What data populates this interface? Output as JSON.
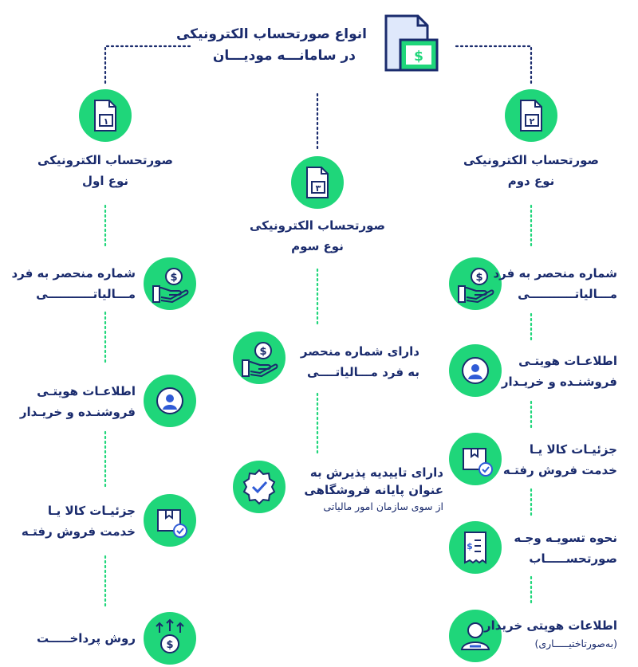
{
  "header": {
    "title_line1": "انواع صورتحساب الکترونیکی",
    "title_line2": "در سامانـــه مودیـــان",
    "icon": "invoice-dollar-icon"
  },
  "colors": {
    "accent": "#1fd67a",
    "navy": "#1a2b6d",
    "blue": "#2f5bd6"
  },
  "types": {
    "first": {
      "number": "۱",
      "line1": "صورتحساب الکترونیکی",
      "line2": "نوع اول"
    },
    "second": {
      "number": "۲",
      "line1": "صورتحساب الکترونیکی",
      "line2": "نوع دوم"
    },
    "third": {
      "number": "۳",
      "line1": "صورتحساب الکترونیکی",
      "line2": "نوع سوم"
    }
  },
  "left_items": [
    {
      "icon": "hand-dollar-icon",
      "line1": "شماره منحصر به فرد",
      "line2": "مـــالیاتـــــــــــی"
    },
    {
      "icon": "user-identity-icon",
      "line1": "اطلاعـات هویتـی",
      "line2": "فروشنـده و خریـدار"
    },
    {
      "icon": "goods-box-icon",
      "line1": "جزئیـات کالا یـا",
      "line2": "خدمت فروش رفتـه"
    },
    {
      "icon": "payment-coin-icon",
      "line1": "روش پرداخـــــت",
      "line2": ""
    }
  ],
  "middle_items": [
    {
      "icon": "hand-dollar-icon",
      "line1": "دارای شماره منحصر",
      "line2": "به  فرد  مـــالیاتــــی",
      "sub": ""
    },
    {
      "icon": "approved-badge-icon",
      "line1": "دارای تاییدیه پذیرش به",
      "line2": "عنوان پایانه فروشگاهی",
      "sub": "از سوی سازمان امور مالیاتی"
    }
  ],
  "right_items": [
    {
      "icon": "hand-dollar-icon",
      "line1": "شماره منحصر به فرد",
      "line2": "مـــالیاتـــــــــــی",
      "sub": ""
    },
    {
      "icon": "user-identity-icon",
      "line1": "اطلاعـات هویتـی",
      "line2": "فروشنـده و خریـدار",
      "sub": ""
    },
    {
      "icon": "goods-box-icon",
      "line1": "جزئیـات کالا یـا",
      "line2": "خدمت فروش رفتـه",
      "sub": ""
    },
    {
      "icon": "receipt-list-icon",
      "line1": "نحوه تسویـه وجـه",
      "line2": "صورتحســـــاب",
      "sub": ""
    },
    {
      "icon": "buyer-user-icon",
      "line1": "اطلاعات هویتی خریدار",
      "line2": "",
      "sub": "(بەصورتاختیـــــاری)"
    }
  ]
}
